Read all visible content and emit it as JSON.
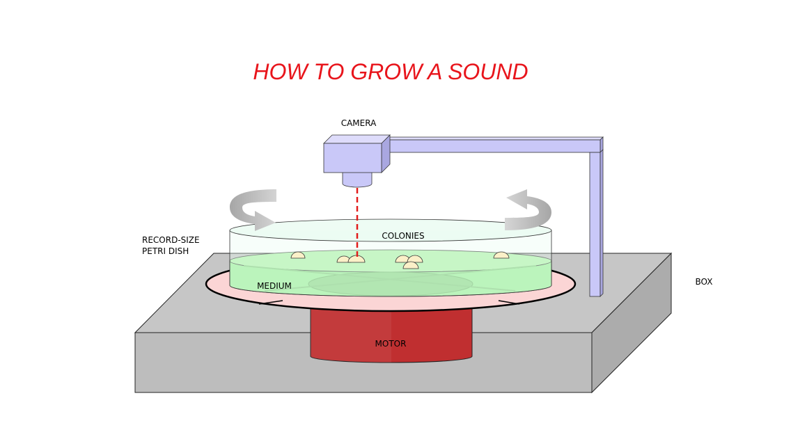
{
  "title": "HOW TO GROW A SOUND",
  "labels": {
    "camera": "CAMERA",
    "colonies": "COLONIES",
    "dish_line1": "RECORD-SIZE",
    "dish_line2": "PETRI DISH",
    "medium": "MEDIUM",
    "motor": "MOTOR",
    "box": "BOX"
  },
  "colors": {
    "title": "#e8141b",
    "box_top": "#c6c6c6",
    "box_front": "#bdbdbd",
    "box_side": "#acacac",
    "platter": "#fbd5d5",
    "motor": "#c02f30",
    "medium": "#a4f0a0",
    "dish": "#e8fbf0",
    "camera": "#c9c8f8",
    "arm": "#c9c8f8",
    "laser": "#e21b1b",
    "colony": "#fbf0c8",
    "arrows": "#bdbdbd"
  },
  "icons": [
    "rotation-arrow-icon"
  ]
}
